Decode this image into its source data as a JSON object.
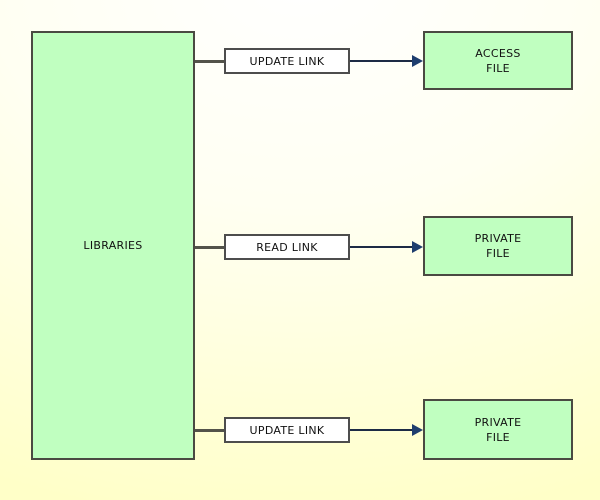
{
  "diagram": {
    "source_box": {
      "label": "LIBRARIES"
    },
    "rows": [
      {
        "link_label": "UPDATE LINK",
        "target_label": "ACCESS\nFILE"
      },
      {
        "link_label": "READ LINK",
        "target_label": "PRIVATE\nFILE"
      },
      {
        "link_label": "UPDATE LINK",
        "target_label": "PRIVATE\nFILE"
      }
    ],
    "colors": {
      "box_fill": "#c0ffc0",
      "box_border": "#4a4a42",
      "link_box_fill": "#ffffff",
      "link_box_border": "#4d4d4d",
      "connector": "#53534a",
      "arrow_line": "#1d2b45",
      "arrow": "#1e3e6e",
      "background_bottom": "#ffffc8",
      "text": "#111111"
    }
  }
}
